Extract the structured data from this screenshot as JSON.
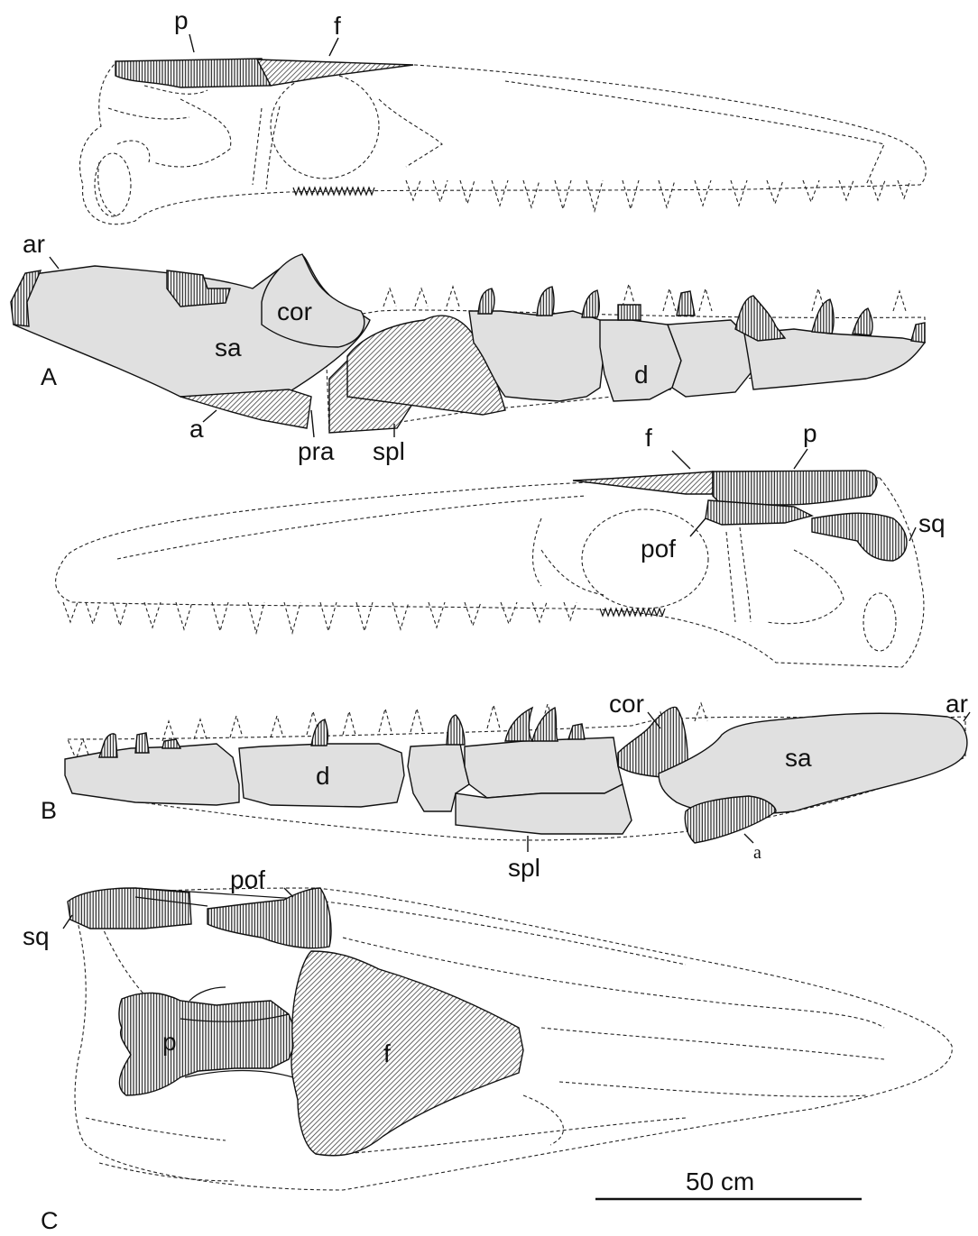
{
  "labels": {
    "A": {
      "panel": "A",
      "p": "p",
      "f": "f",
      "ar": "ar",
      "cor": "cor",
      "sa": "sa",
      "a": "a",
      "pra": "pra",
      "spl": "spl",
      "d": "d"
    },
    "B": {
      "panel": "B",
      "f": "f",
      "p": "p",
      "pof": "pof",
      "sq": "sq",
      "cor": "cor",
      "ar": "ar",
      "sa": "sa",
      "d": "d",
      "spl": "spl",
      "a": "a"
    },
    "C": {
      "panel": "C",
      "sq": "sq",
      "pof": "pof",
      "p": "p",
      "f": "f"
    }
  },
  "scale_bar": {
    "label": "50 cm"
  },
  "colors": {
    "bone_fill": "#e0e0e0",
    "hatch_fill": "#555555",
    "outline": "#222222"
  }
}
